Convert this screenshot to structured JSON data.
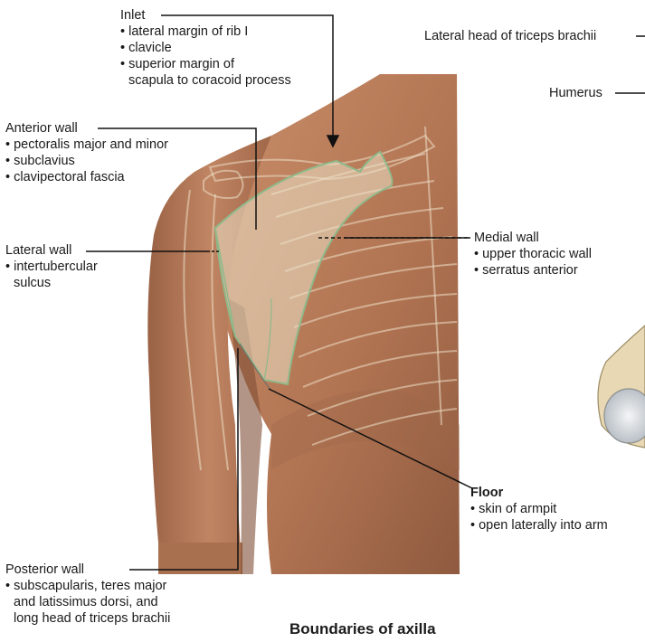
{
  "title": "Boundaries of axilla",
  "labels": {
    "inlet": {
      "heading": "Inlet",
      "items": [
        "lateral margin of rib I",
        "clavicle",
        "superior margin of"
      ],
      "continuation": "scapula to coracoid process"
    },
    "anterior_wall": {
      "heading": "Anterior wall",
      "items": [
        "pectoralis major and minor",
        "subclavius",
        "clavipectoral fascia"
      ]
    },
    "lateral_wall": {
      "heading": "Lateral wall",
      "items": [
        "intertubercular"
      ],
      "continuation": "sulcus"
    },
    "medial_wall": {
      "heading": "Medial wall",
      "items": [
        "upper thoracic wall",
        "serratus anterior"
      ]
    },
    "floor": {
      "heading": "Floor",
      "items": [
        "skin of armpit",
        "open laterally into arm"
      ]
    },
    "posterior_wall": {
      "heading": "Posterior wall",
      "items": [
        "subscapularis, teres major"
      ],
      "continuation_lines": [
        "and latissimus dorsi, and",
        "long head of triceps brachii"
      ]
    },
    "lateral_head_triceps": "Lateral head of triceps brachii",
    "humerus": "Humerus"
  },
  "colors": {
    "skin": "#b97e5c",
    "skin_shadow": "#8e5a3e",
    "bone_overlay": "#efe0c8",
    "axilla_outline": "#8fb98a",
    "axilla_fill": "#e9dfc6",
    "leader_line": "#111111"
  }
}
